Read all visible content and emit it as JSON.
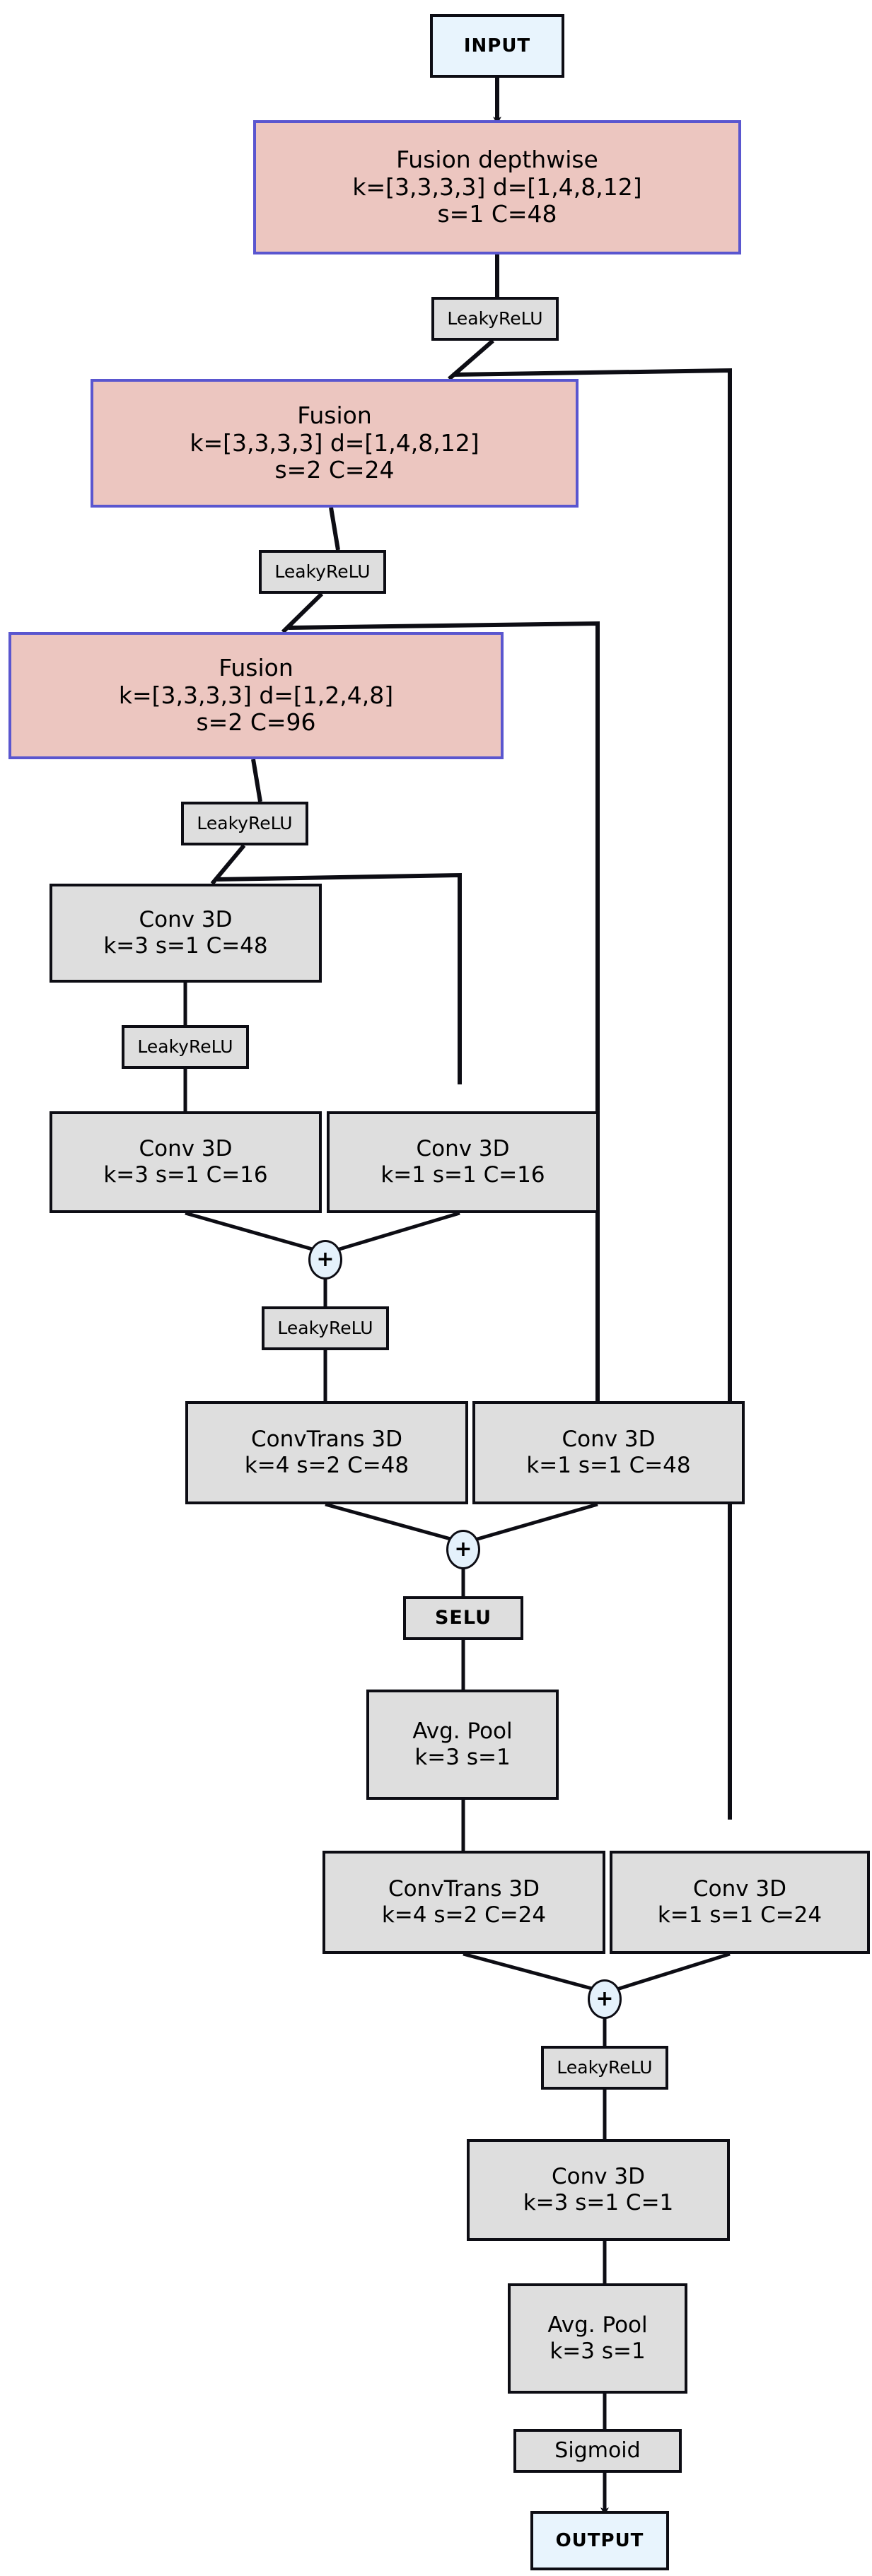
{
  "diagram": {
    "title": "Neural network architecture flow diagram",
    "colors": {
      "io_fill": "#e8f4fd",
      "op_fill": "#dedede",
      "fusion_fill": "#ecc6c0",
      "fusion_border": "#5a56cf",
      "line": "#0d0d14",
      "plus_fill": "#e4f1fb"
    },
    "nodes": [
      {
        "id": "input",
        "kind": "io",
        "label": "INPUT"
      },
      {
        "id": "fusion1",
        "kind": "fusion",
        "l1": "Fusion depthwise",
        "l2": "k=[3,3,3,3]  d=[1,4,8,12]",
        "l3": "s=1  C=48"
      },
      {
        "id": "act1",
        "kind": "act",
        "label": "LeakyReLU"
      },
      {
        "id": "fusion2",
        "kind": "fusion",
        "l1": "Fusion",
        "l2": "k=[3,3,3,3]  d=[1,4,8,12]",
        "l3": "s=2  C=24"
      },
      {
        "id": "act2",
        "kind": "act",
        "label": "LeakyReLU"
      },
      {
        "id": "fusion3",
        "kind": "fusion",
        "l1": "Fusion",
        "l2": "k=[3,3,3,3]  d=[1,2,4,8]",
        "l3": "s=2  C=96"
      },
      {
        "id": "act3",
        "kind": "act",
        "label": "LeakyReLU"
      },
      {
        "id": "conv48",
        "kind": "op",
        "l1": "Conv 3D",
        "l2": "k=3  s=1 C=48"
      },
      {
        "id": "act4",
        "kind": "act",
        "label": "LeakyReLU"
      },
      {
        "id": "conv16a",
        "kind": "op",
        "l1": "Conv 3D",
        "l2": "k=3  s=1 C=16"
      },
      {
        "id": "conv16b",
        "kind": "op",
        "l1": "Conv 3D",
        "l2": "k=1  s=1 C=16"
      },
      {
        "id": "plus1",
        "kind": "plus",
        "label": "+"
      },
      {
        "id": "act5",
        "kind": "act",
        "label": "LeakyReLU"
      },
      {
        "id": "convtrans48",
        "kind": "op",
        "l1": "ConvTrans 3D",
        "l2": "k=4  s=2 C=48"
      },
      {
        "id": "conv48b",
        "kind": "op",
        "l1": "Conv 3D",
        "l2": "k=1  s=1 C=48"
      },
      {
        "id": "plus2",
        "kind": "plus",
        "label": "+"
      },
      {
        "id": "selu",
        "kind": "act-bold",
        "label": "SELU"
      },
      {
        "id": "avgpool1",
        "kind": "op",
        "l1": "Avg. Pool",
        "l2": "k=3  s=1"
      },
      {
        "id": "convtrans24",
        "kind": "op",
        "l1": "ConvTrans 3D",
        "l2": "k=4  s=2 C=24"
      },
      {
        "id": "conv24",
        "kind": "op",
        "l1": "Conv 3D",
        "l2": "k=1  s=1 C=24"
      },
      {
        "id": "plus3",
        "kind": "plus",
        "label": "+"
      },
      {
        "id": "act6",
        "kind": "act",
        "label": "LeakyReLU"
      },
      {
        "id": "conv1",
        "kind": "op",
        "l1": "Conv 3D",
        "l2": "k=3  s=1 C=1"
      },
      {
        "id": "avgpool2",
        "kind": "op",
        "l1": "Avg. Pool",
        "l2": "k=3  s=1"
      },
      {
        "id": "sigmoid",
        "kind": "act",
        "label": "Sigmoid"
      },
      {
        "id": "output",
        "kind": "io",
        "label": "OUTPUT"
      }
    ],
    "edges": [
      {
        "from": "input",
        "to": "fusion1",
        "arrow": true
      },
      {
        "from": "fusion1",
        "to": "act1",
        "arrow": false
      },
      {
        "from": "act1",
        "to": "fusion2",
        "arrow": true
      },
      {
        "from": "act1",
        "to": "conv24",
        "arrow": false,
        "type": "skip"
      },
      {
        "from": "fusion2",
        "to": "act2",
        "arrow": false
      },
      {
        "from": "act2",
        "to": "fusion3",
        "arrow": true
      },
      {
        "from": "act2",
        "to": "conv48b",
        "arrow": false,
        "type": "skip"
      },
      {
        "from": "fusion3",
        "to": "act3",
        "arrow": false
      },
      {
        "from": "act3",
        "to": "conv48",
        "arrow": true
      },
      {
        "from": "act3",
        "to": "conv16b",
        "arrow": false,
        "type": "skip"
      },
      {
        "from": "conv48",
        "to": "act4",
        "arrow": false
      },
      {
        "from": "act4",
        "to": "conv16a",
        "arrow": false
      },
      {
        "from": "conv16a",
        "to": "plus1",
        "arrow": false
      },
      {
        "from": "conv16b",
        "to": "plus1",
        "arrow": false
      },
      {
        "from": "plus1",
        "to": "act5",
        "arrow": false
      },
      {
        "from": "act5",
        "to": "convtrans48",
        "arrow": false
      },
      {
        "from": "convtrans48",
        "to": "plus2",
        "arrow": false
      },
      {
        "from": "conv48b",
        "to": "plus2",
        "arrow": false
      },
      {
        "from": "plus2",
        "to": "selu",
        "arrow": false
      },
      {
        "from": "selu",
        "to": "avgpool1",
        "arrow": false
      },
      {
        "from": "avgpool1",
        "to": "convtrans24",
        "arrow": false
      },
      {
        "from": "convtrans24",
        "to": "plus3",
        "arrow": false
      },
      {
        "from": "conv24",
        "to": "plus3",
        "arrow": false
      },
      {
        "from": "plus3",
        "to": "act6",
        "arrow": false
      },
      {
        "from": "act6",
        "to": "conv1",
        "arrow": false
      },
      {
        "from": "conv1",
        "to": "avgpool2",
        "arrow": false
      },
      {
        "from": "avgpool2",
        "to": "sigmoid",
        "arrow": false
      },
      {
        "from": "sigmoid",
        "to": "output",
        "arrow": true
      }
    ]
  }
}
